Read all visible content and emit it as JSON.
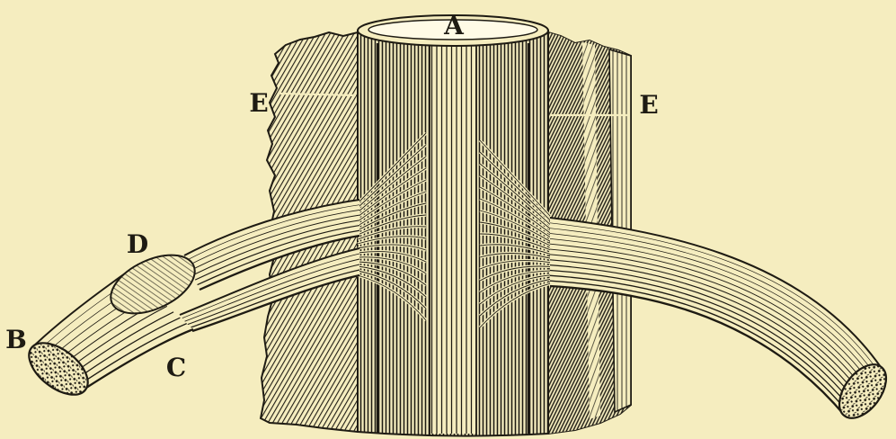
{
  "labels": {
    "A": "A",
    "B": "B",
    "C": "C",
    "D": "D",
    "E_left": "E",
    "E_right": "E"
  },
  "colors": {
    "paper": "#f5edbf",
    "ink": "#1e1b13",
    "cut_surface": "#fffbe6"
  }
}
